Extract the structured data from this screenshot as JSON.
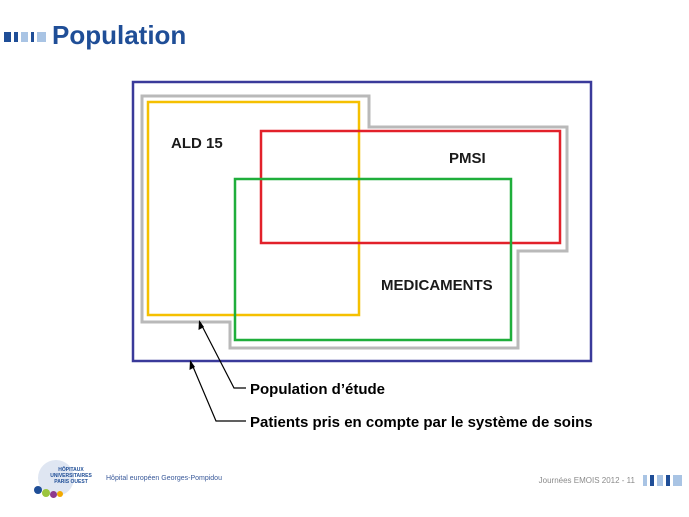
{
  "slide": {
    "title": "Population"
  },
  "diagram": {
    "sets": [
      {
        "label": "ALD 15",
        "color": "#f5c000"
      },
      {
        "label": "PMSI",
        "color": "#e2212a"
      },
      {
        "label": "MEDICAMENTS",
        "color": "#1fae3b"
      }
    ],
    "frame_color": "#3a3a9a",
    "union_outline_color": "#b9b9b9",
    "callouts": [
      {
        "label": "Population d’étude"
      },
      {
        "label": "Patients pris en compte par le système de soins"
      }
    ]
  },
  "footer": {
    "logo": {
      "lines": [
        "HÔPITAUX",
        "UNIVERSITAIRES",
        "PARIS OUEST"
      ],
      "hospital_name": "Hôpital européen Georges-Pompidou"
    },
    "credit": "Journées EMOIS 2012 - 11"
  },
  "colors": {
    "title_blue": "#1f4e97",
    "bullet_dark": "#1f4e97",
    "bullet_light": "#a9c4e4"
  }
}
